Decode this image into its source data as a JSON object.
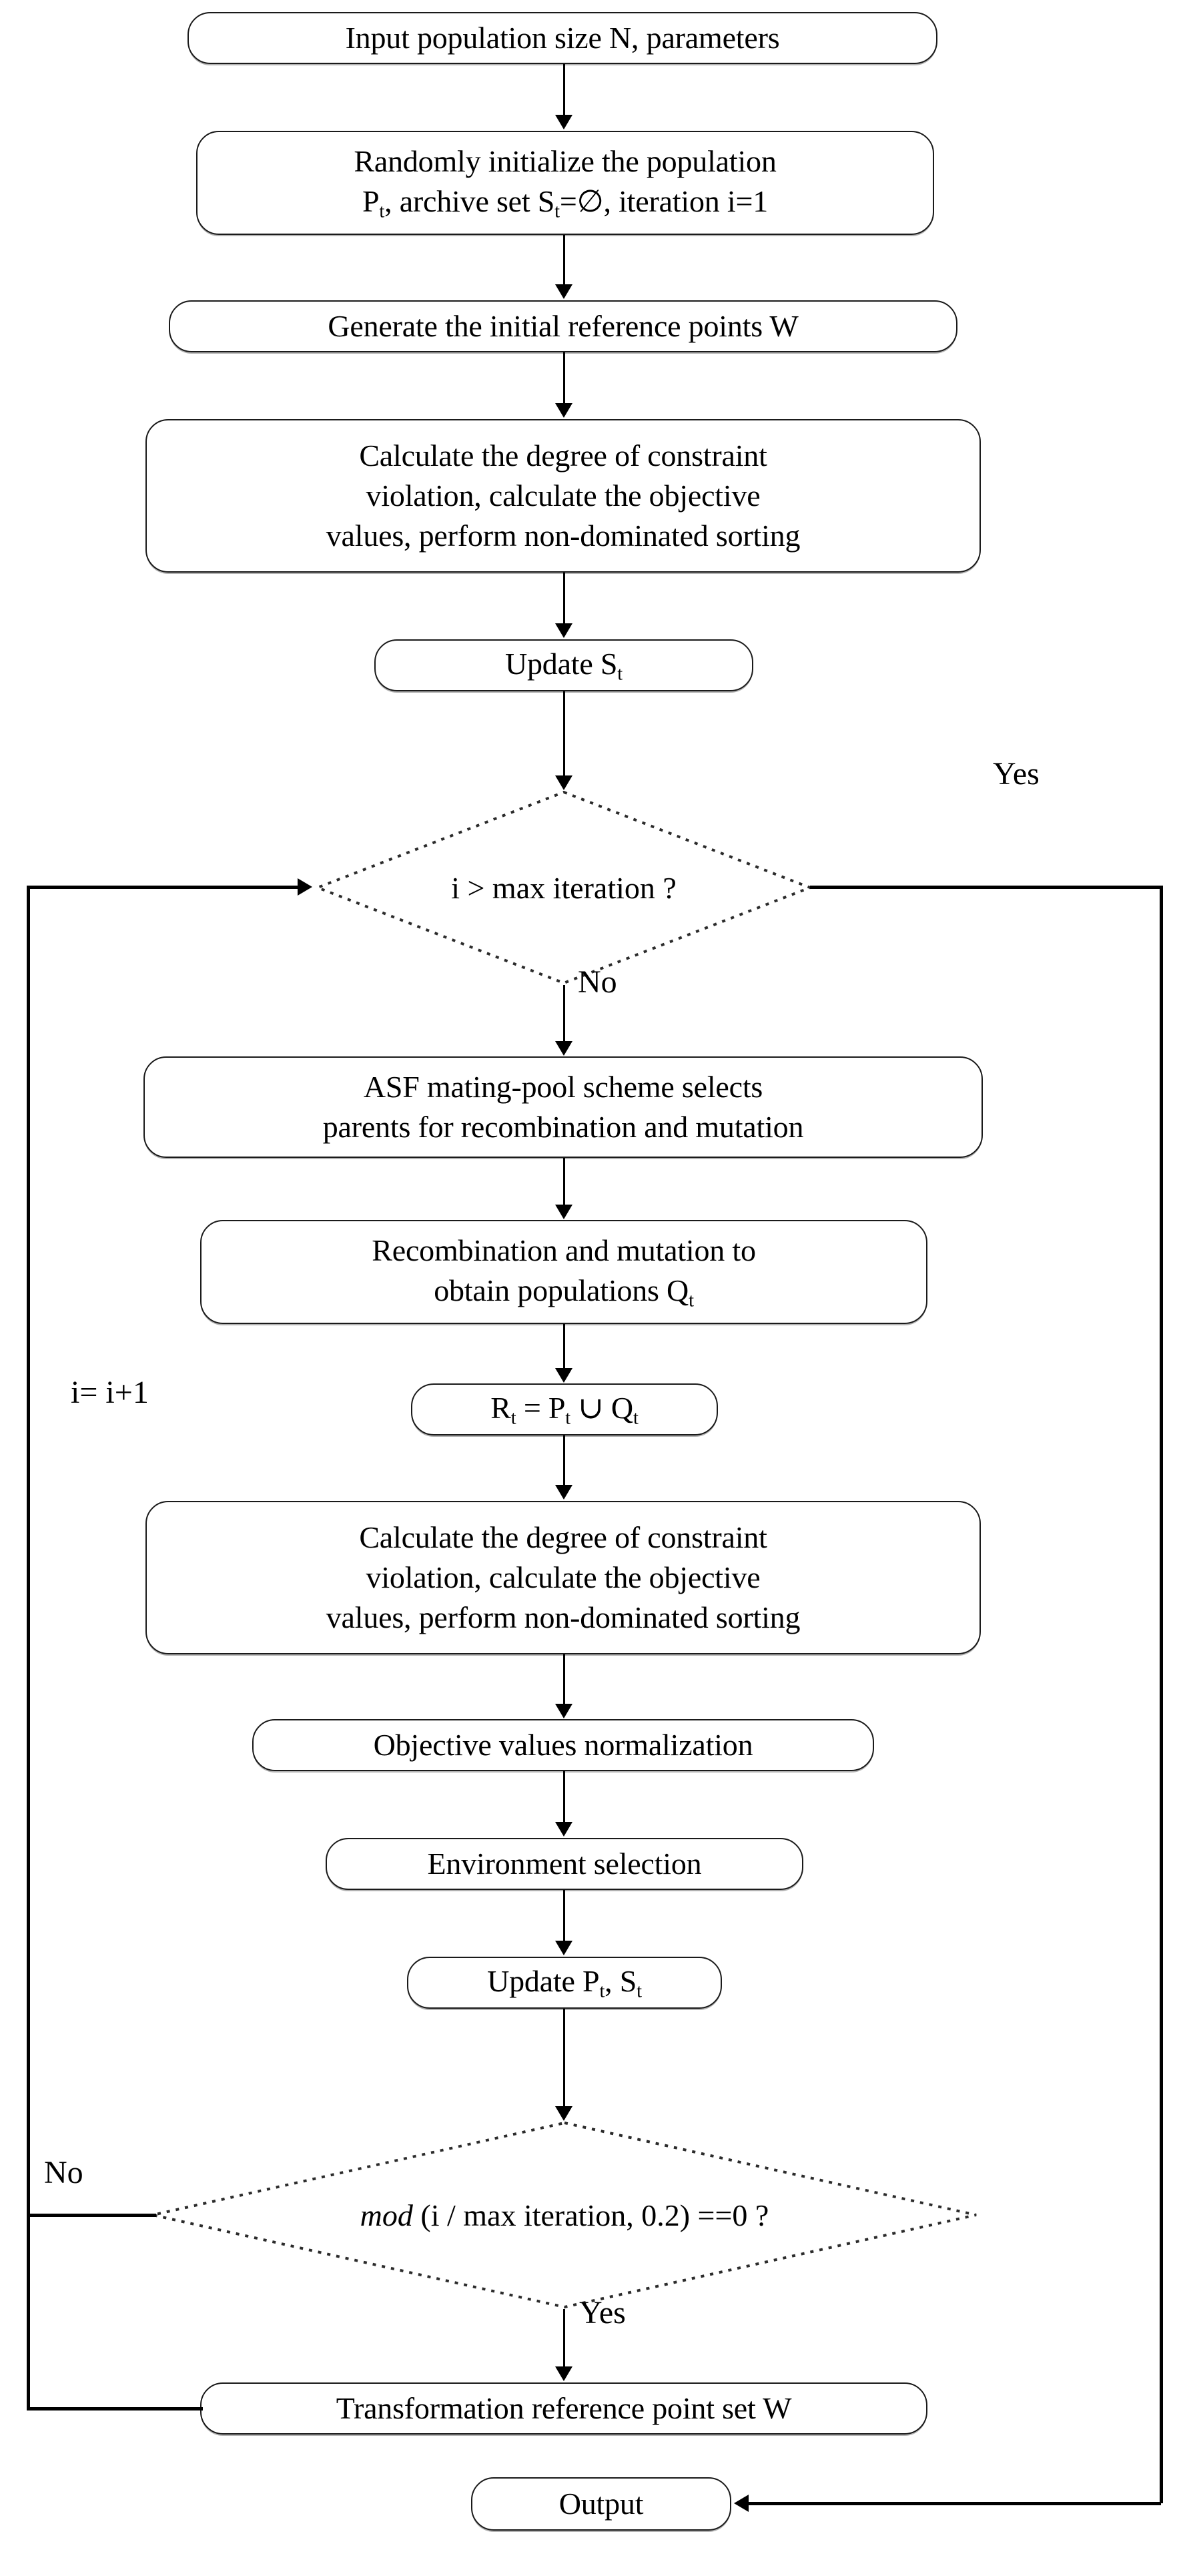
{
  "diagram": {
    "title": "Constrained many-objective evolutionary algorithm flowchart",
    "type": "flowchart",
    "colors": {
      "stroke": "#1a1a1a",
      "connector": "#000000",
      "background": "#ffffff",
      "diamond_stroke": "#333333"
    },
    "nodes": [
      {
        "id": "input",
        "shape": "rounded-rect",
        "lines": [
          "Input population size N, parameters"
        ]
      },
      {
        "id": "init",
        "shape": "rounded-rect",
        "lines": [
          "Randomly initialize the population",
          "P<sub>t</sub>, archive set S<sub>t</sub>=&#8709;, iteration i=1"
        ]
      },
      {
        "id": "gen-ref",
        "shape": "rounded-rect",
        "lines": [
          "Generate the initial reference points W"
        ]
      },
      {
        "id": "calc-1",
        "shape": "rounded-rect",
        "lines": [
          "Calculate the degree of constraint",
          "violation, calculate the objective",
          "values, perform non-dominated sorting"
        ]
      },
      {
        "id": "update-st",
        "shape": "rounded-rect",
        "lines": [
          "Update S<sub>t</sub>"
        ]
      },
      {
        "id": "decision-iter",
        "shape": "diamond",
        "lines": [
          "i &gt; max iteration ?"
        ]
      },
      {
        "id": "asf",
        "shape": "rounded-rect",
        "lines": [
          "ASF mating-pool scheme selects",
          "parents for recombination and mutation"
        ]
      },
      {
        "id": "recomb",
        "shape": "rounded-rect",
        "lines": [
          "Recombination and mutation to",
          "obtain populations Q<sub>t</sub>"
        ]
      },
      {
        "id": "union",
        "shape": "rounded-rect",
        "lines": [
          "R<sub>t</sub> = P<sub>t</sub> &#8746; Q<sub>t</sub>"
        ]
      },
      {
        "id": "calc-2",
        "shape": "rounded-rect",
        "lines": [
          "Calculate the degree of constraint",
          "violation, calculate the objective",
          "values, perform non-dominated sorting"
        ]
      },
      {
        "id": "normalize",
        "shape": "rounded-rect",
        "lines": [
          "Objective values normalization"
        ]
      },
      {
        "id": "env-select",
        "shape": "rounded-rect",
        "lines": [
          "Environment selection"
        ]
      },
      {
        "id": "update-pt-st",
        "shape": "rounded-rect",
        "lines": [
          "Update P<sub>t</sub>, S<sub>t</sub>"
        ]
      },
      {
        "id": "decision-mod",
        "shape": "diamond",
        "lines": [
          "<span class=\"ital\">mod</span> (i / max iteration, 0.2) ==0 ?"
        ]
      },
      {
        "id": "transform",
        "shape": "rounded-rect",
        "lines": [
          "Transformation reference point set W"
        ]
      },
      {
        "id": "output",
        "shape": "rounded-rect",
        "lines": [
          "Output"
        ]
      }
    ],
    "edge_labels": {
      "yes_top": "Yes",
      "no_top": "No",
      "increment": "i= i+1",
      "no_bottom": "No",
      "yes_bottom": "Yes"
    }
  }
}
